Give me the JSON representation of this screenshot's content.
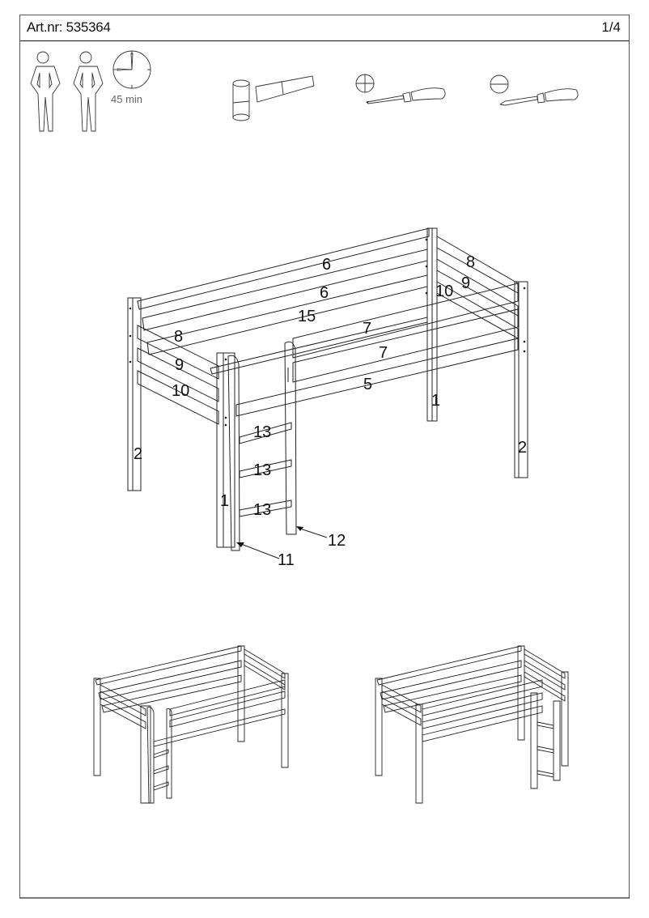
{
  "header": {
    "article_number": "Art.nr: 535364",
    "page_indicator": "1/4"
  },
  "requirements": {
    "people_count": 2,
    "time_label": "45  min",
    "tools": [
      "rubber-mallet",
      "phillips-screwdriver",
      "flathead-screwdriver"
    ]
  },
  "main_diagram": {
    "part_labels": {
      "p6a": "6",
      "p6b": "6",
      "p8a": "8",
      "p9a": "9",
      "p10a": "10",
      "p15": "15",
      "p7a": "7",
      "p7b": "7",
      "p8b": "8",
      "p9b": "9",
      "p10b": "10",
      "p5": "5",
      "p1a": "1",
      "p2a": "2",
      "p2b": "2",
      "p13a": "13",
      "p13b": "13",
      "p13c": "13",
      "p1b": "1",
      "p12": "12",
      "p11": "11"
    }
  },
  "variants": [
    {
      "name": "ladder-left-front"
    },
    {
      "name": "ladder-right-side"
    }
  ]
}
